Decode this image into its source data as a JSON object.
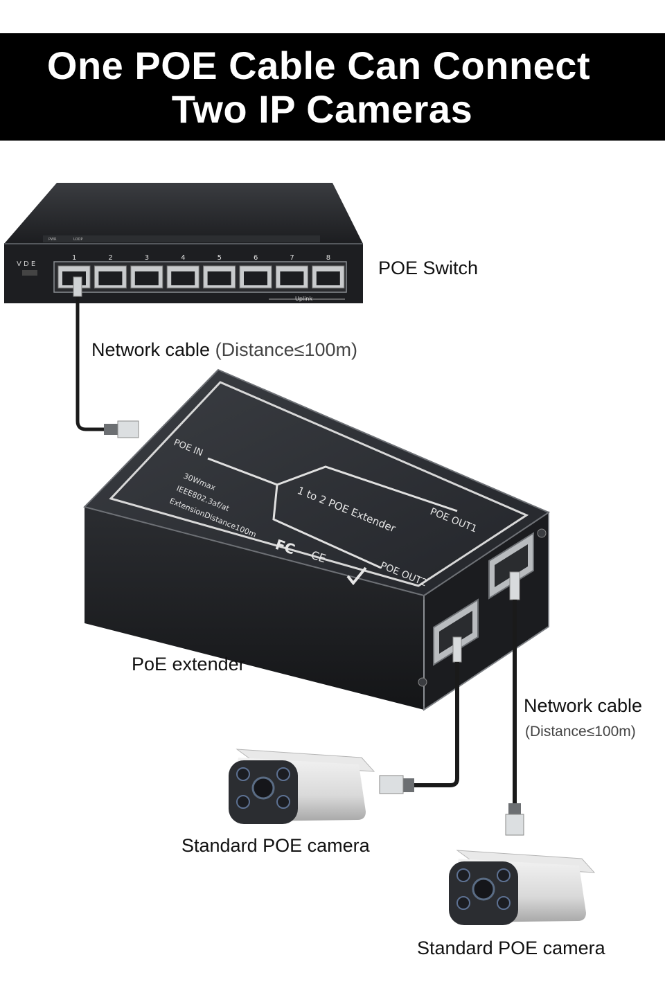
{
  "title": {
    "line1": "One POE Cable Can Connect",
    "line2": "Two IP Cameras"
  },
  "labels": {
    "switch": "POE Switch",
    "cable_top_main": "Network cable",
    "cable_top_dist": "(Distance≤100m)",
    "extender": "PoE extender",
    "cable_right_main": "Network cable",
    "cable_right_dist": "(Distance≤100m)",
    "camera_left": "Standard POE camera",
    "camera_right": "Standard POE camera"
  },
  "switch_device": {
    "brand": "V D E",
    "ports": [
      "1",
      "2",
      "3",
      "4",
      "5",
      "6",
      "7",
      "8"
    ],
    "leds": [
      "PWR",
      "LOOP"
    ],
    "uplink": "Uplink"
  },
  "extender_device": {
    "poe_in": "POE IN",
    "poe_out1": "POE OUT1",
    "poe_out2": "POE OUT2",
    "name": "1 to 2 POE Extender",
    "spec1": "30Wmax",
    "spec2": "IEEE802.3af/at",
    "spec3": "ExtensionDistance100m",
    "fc": "FC",
    "ce": "CE"
  },
  "colors": {
    "banner": "#000000",
    "device": "#2a2c2f",
    "cable": "#1a1a1a"
  }
}
